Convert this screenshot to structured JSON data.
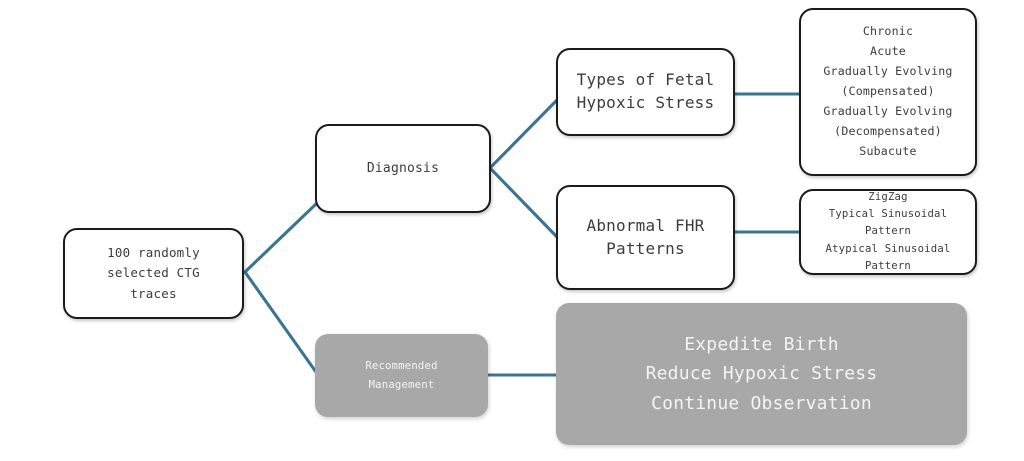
{
  "diagram": {
    "type": "flowchart",
    "orientation": "left-to-right",
    "colors": {
      "edge": "#3b7492",
      "node_border": "#1b1b1b",
      "node_fill_white": "#ffffff",
      "node_fill_gray": "#a8a8a8",
      "text_dark": "#3c3c3c",
      "text_light": "#f4f4f4",
      "background": "#ffffff"
    },
    "nodes": [
      {
        "id": "source",
        "label": "100 randomly\nselected CTG\ntraces",
        "style": "white"
      },
      {
        "id": "diagnosis",
        "label": "Diagnosis",
        "style": "white"
      },
      {
        "id": "types",
        "label": "Types of Fetal\nHypoxic Stress",
        "style": "white"
      },
      {
        "id": "hypoxia_list",
        "label": "Chronic\nAcute\nGradually Evolving\n(Compensated)\nGradually Evolving\n(Decompensated)\nSubacute",
        "style": "white"
      },
      {
        "id": "fhr",
        "label": "Abnormal FHR\nPatterns",
        "style": "white"
      },
      {
        "id": "fhr_list",
        "label": "ZigZag\nTypical Sinusoidal\nPattern\nAtypical Sinusoidal\nPattern",
        "style": "white"
      },
      {
        "id": "management",
        "label": "Recommended\nManagement",
        "style": "gray"
      },
      {
        "id": "actions",
        "label": "Expedite Birth\nReduce Hypoxic Stress\nContinue Observation",
        "style": "gray"
      }
    ],
    "edges": [
      {
        "from": "source",
        "to": "diagnosis",
        "kind": "diagonal"
      },
      {
        "from": "source",
        "to": "management",
        "kind": "diagonal"
      },
      {
        "from": "diagnosis",
        "to": "types",
        "kind": "diagonal"
      },
      {
        "from": "diagnosis",
        "to": "fhr",
        "kind": "diagonal"
      },
      {
        "from": "types",
        "to": "hypoxia_list",
        "kind": "horizontal"
      },
      {
        "from": "fhr",
        "to": "fhr_list",
        "kind": "horizontal"
      },
      {
        "from": "management",
        "to": "actions",
        "kind": "horizontal"
      }
    ]
  }
}
